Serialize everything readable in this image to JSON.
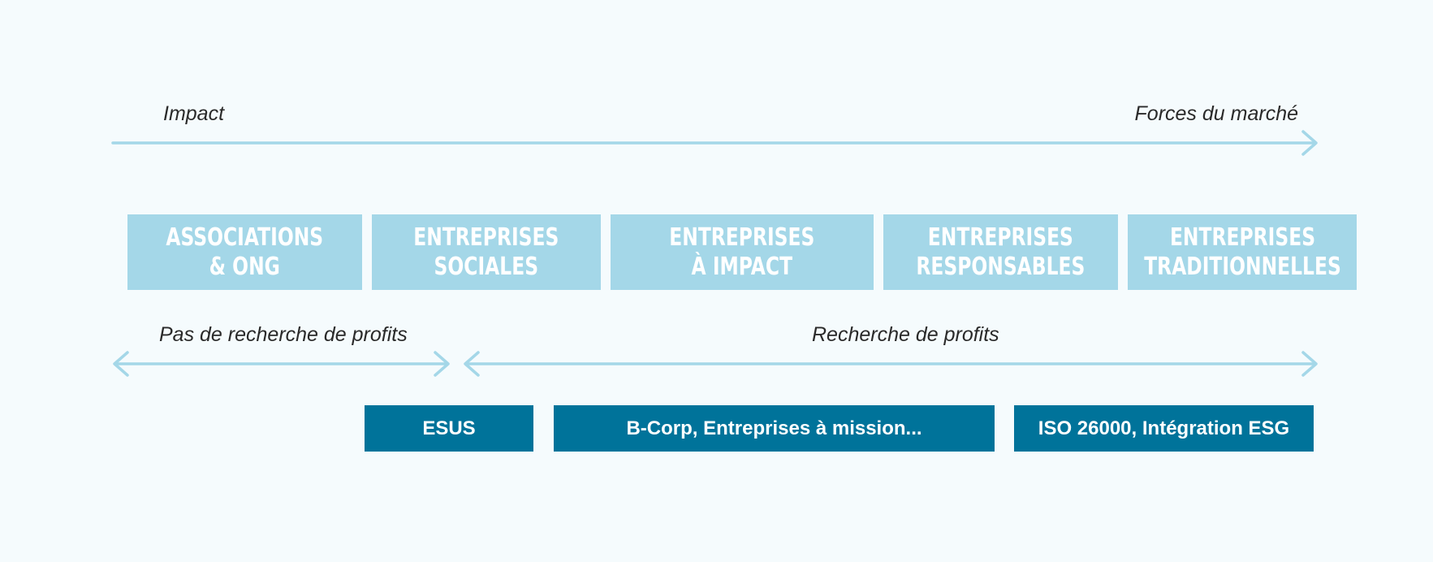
{
  "top_axis": {
    "left_label": "Impact",
    "right_label": "Forces du marché"
  },
  "categories": [
    {
      "line1": "ASSOCIATIONS",
      "line2": "& ONG"
    },
    {
      "line1": "ENTREPRISES",
      "line2": "SOCIALES"
    },
    {
      "line1": "ENTREPRISES",
      "line2": "À IMPACT"
    },
    {
      "line1": "ENTREPRISES",
      "line2": "RESPONSABLES"
    },
    {
      "line1": "ENTREPRISES",
      "line2": "TRADITIONNELLES"
    }
  ],
  "profit_axis": {
    "nonprofit_label": "Pas de recherche de profits",
    "profit_label": "Recherche de profits"
  },
  "tags": [
    {
      "label": "ESUS"
    },
    {
      "label": "B-Corp, Entreprises à mission..."
    },
    {
      "label": "ISO 26000, Intégration ESG"
    }
  ],
  "colors": {
    "background": "#f5fbfd",
    "arrow": "#a4d7e8",
    "category_fill": "#a4d7e8",
    "tag_fill": "#00739a",
    "text_dark": "#2a2a2a",
    "text_light": "#ffffff"
  }
}
